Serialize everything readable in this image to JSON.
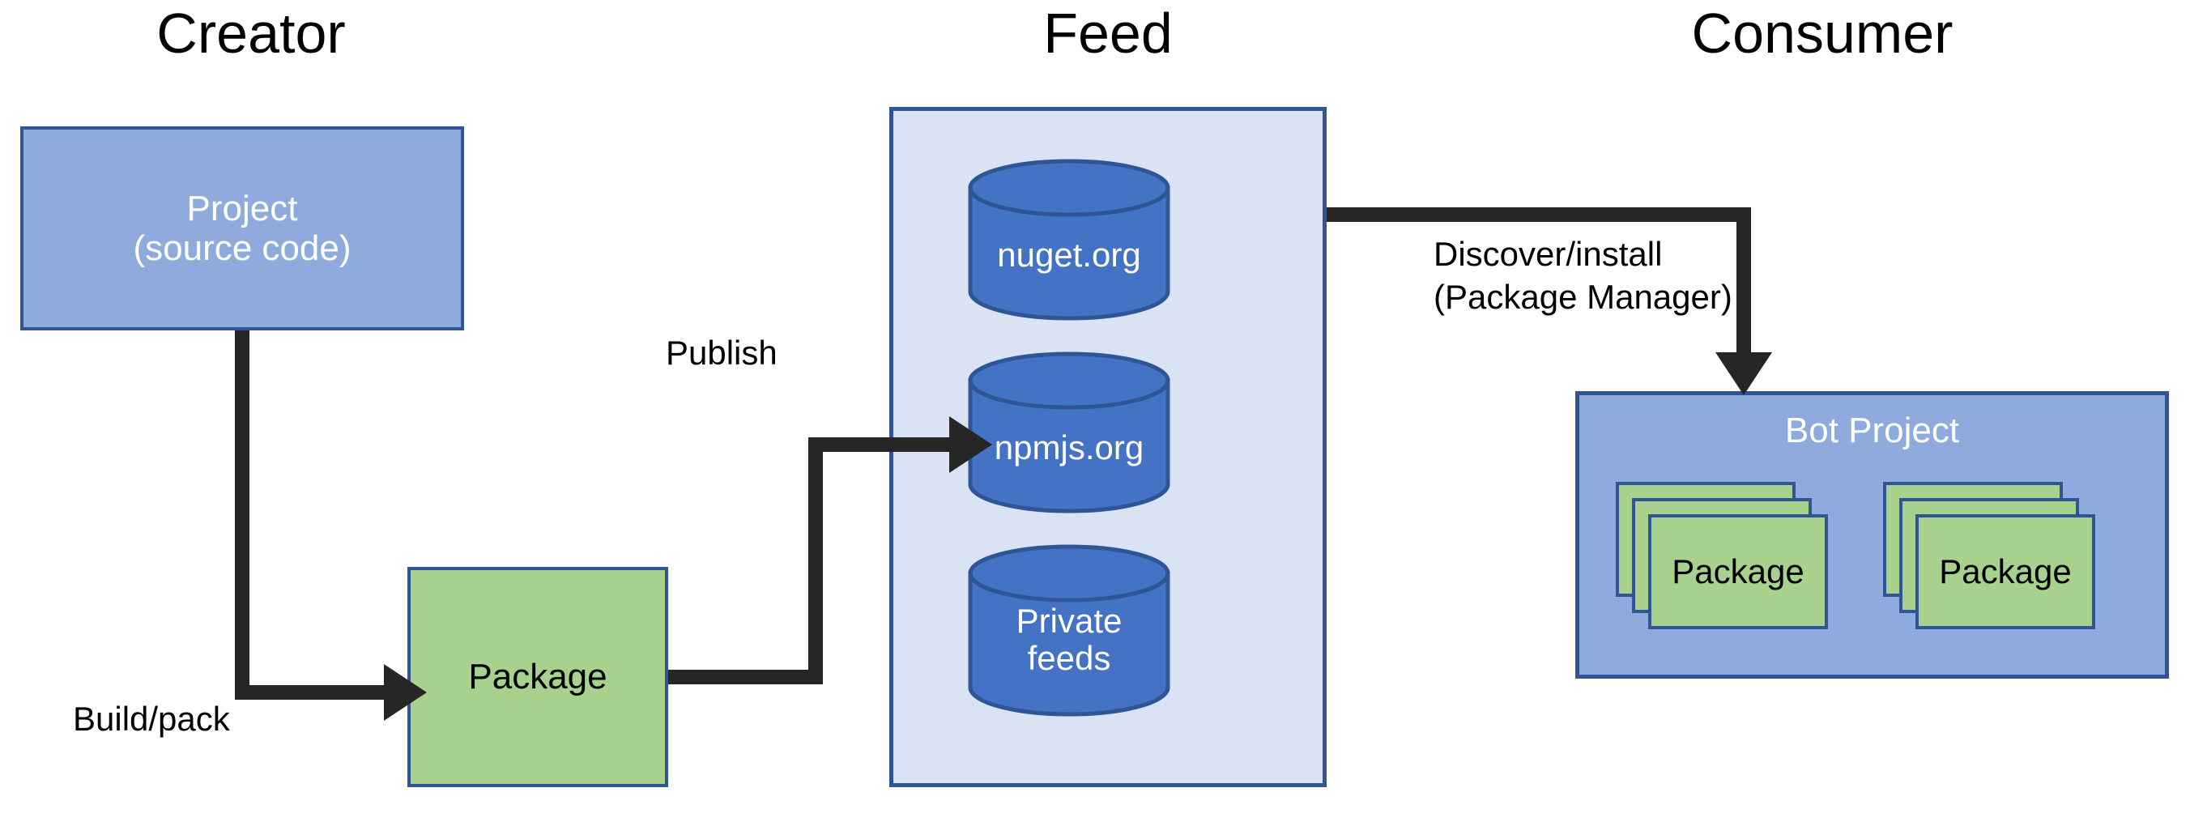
{
  "sections": [
    {
      "id": "creator",
      "title": "Creator"
    },
    {
      "id": "feed",
      "title": "Feed"
    },
    {
      "id": "consumer",
      "title": "Consumer"
    }
  ],
  "creator": {
    "project_box": {
      "label": "Project\n(source code)",
      "fill": "#8FAADC",
      "stroke": "#2F5597",
      "text_color": "#FFFFFF"
    },
    "package_box": {
      "label": "Package",
      "fill": "#A9D18E",
      "stroke": "#2F5597",
      "text_color": "#000000"
    }
  },
  "feed": {
    "container": {
      "fill": "#DAE3F3",
      "stroke": "#2F5597"
    },
    "cylinders": [
      {
        "label": "nuget.org",
        "fill": "#4472C4",
        "stroke": "#2F5597",
        "text_color": "#FFFFFF"
      },
      {
        "label": "npmjs.org",
        "fill": "#4472C4",
        "stroke": "#2F5597",
        "text_color": "#FFFFFF"
      },
      {
        "label": "Private\nfeeds",
        "fill": "#4472C4",
        "stroke": "#2F5597",
        "text_color": "#FFFFFF"
      }
    ]
  },
  "consumer": {
    "bot_project": {
      "label": "Bot Project",
      "fill": "#8FAADC",
      "stroke": "#2F5597",
      "text_color": "#FFFFFF"
    },
    "package_stacks": [
      {
        "label": "Package",
        "cards": 3,
        "fill": "#A9D18E",
        "stroke": "#2F5597"
      },
      {
        "label": "Package",
        "cards": 3,
        "fill": "#A9D18E",
        "stroke": "#2F5597"
      }
    ]
  },
  "connectors": [
    {
      "id": "build-pack",
      "label": "Build/pack",
      "from": "Project (source code)",
      "to": "Package",
      "color": "#262626"
    },
    {
      "id": "publish",
      "label": "Publish",
      "from": "Package",
      "to": "Feed",
      "color": "#262626"
    },
    {
      "id": "discover-install",
      "label": "Discover/install\n(Package Manager)",
      "from": "Feed",
      "to": "Bot Project",
      "color": "#262626"
    }
  ],
  "colors": {
    "background": "#FFFFFF",
    "blue_fill": "#8FAADC",
    "blue_stroke": "#2F5597",
    "green_fill": "#A9D18E",
    "light_blue_fill": "#DAE3F3",
    "cylinder_fill": "#4472C4",
    "arrow": "#262626",
    "text_dark": "#000000",
    "text_light": "#FFFFFF"
  }
}
